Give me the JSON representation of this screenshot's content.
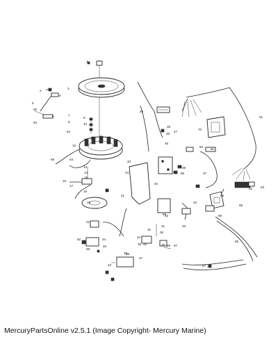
{
  "caption": "MercuryPartsOnline v2.5.1 (Image Copyright- Mercury Marine)",
  "labels": {
    "l1": "1",
    "l2": "2",
    "l3": "3",
    "l4": "4",
    "l5": "5",
    "l6": "6",
    "l7": "7",
    "l8": "8",
    "l9": "9",
    "l10": "10",
    "l11": "11",
    "l12": "12",
    "l13": "13",
    "l14": "14",
    "l15": "15",
    "l16": "16",
    "l17": "17",
    "l18": "18",
    "l19": "19",
    "l20": "20",
    "l21": "21",
    "l22": "22",
    "l23": "23",
    "l24": "24",
    "l25": "25",
    "l26": "26",
    "l27": "27",
    "l28": "28",
    "l29": "29",
    "l30": "30",
    "l31": "31",
    "l32": "32",
    "l33": "33",
    "l34": "34",
    "l35": "35",
    "l36": "36",
    "l37": "37",
    "l38": "38",
    "l39": "39",
    "l40": "40",
    "l41": "41",
    "l42": "42",
    "l43": "43",
    "l44": "44",
    "l45": "45",
    "l46": "46",
    "l47": "47",
    "l48": "48",
    "l49": "49",
    "l50": "50",
    "l51": "51",
    "l52": "52",
    "l53": "53",
    "l54": "54",
    "l55": "55",
    "l56": "56",
    "l57": "57",
    "l58": "58",
    "l59": "59",
    "l60": "60",
    "l61": "61",
    "l62": "62",
    "l63": "63",
    "l64": "64",
    "l65": "65",
    "l66": "66",
    "l67": "67",
    "l68": "68",
    "l69": "69",
    "l70": "70"
  }
}
